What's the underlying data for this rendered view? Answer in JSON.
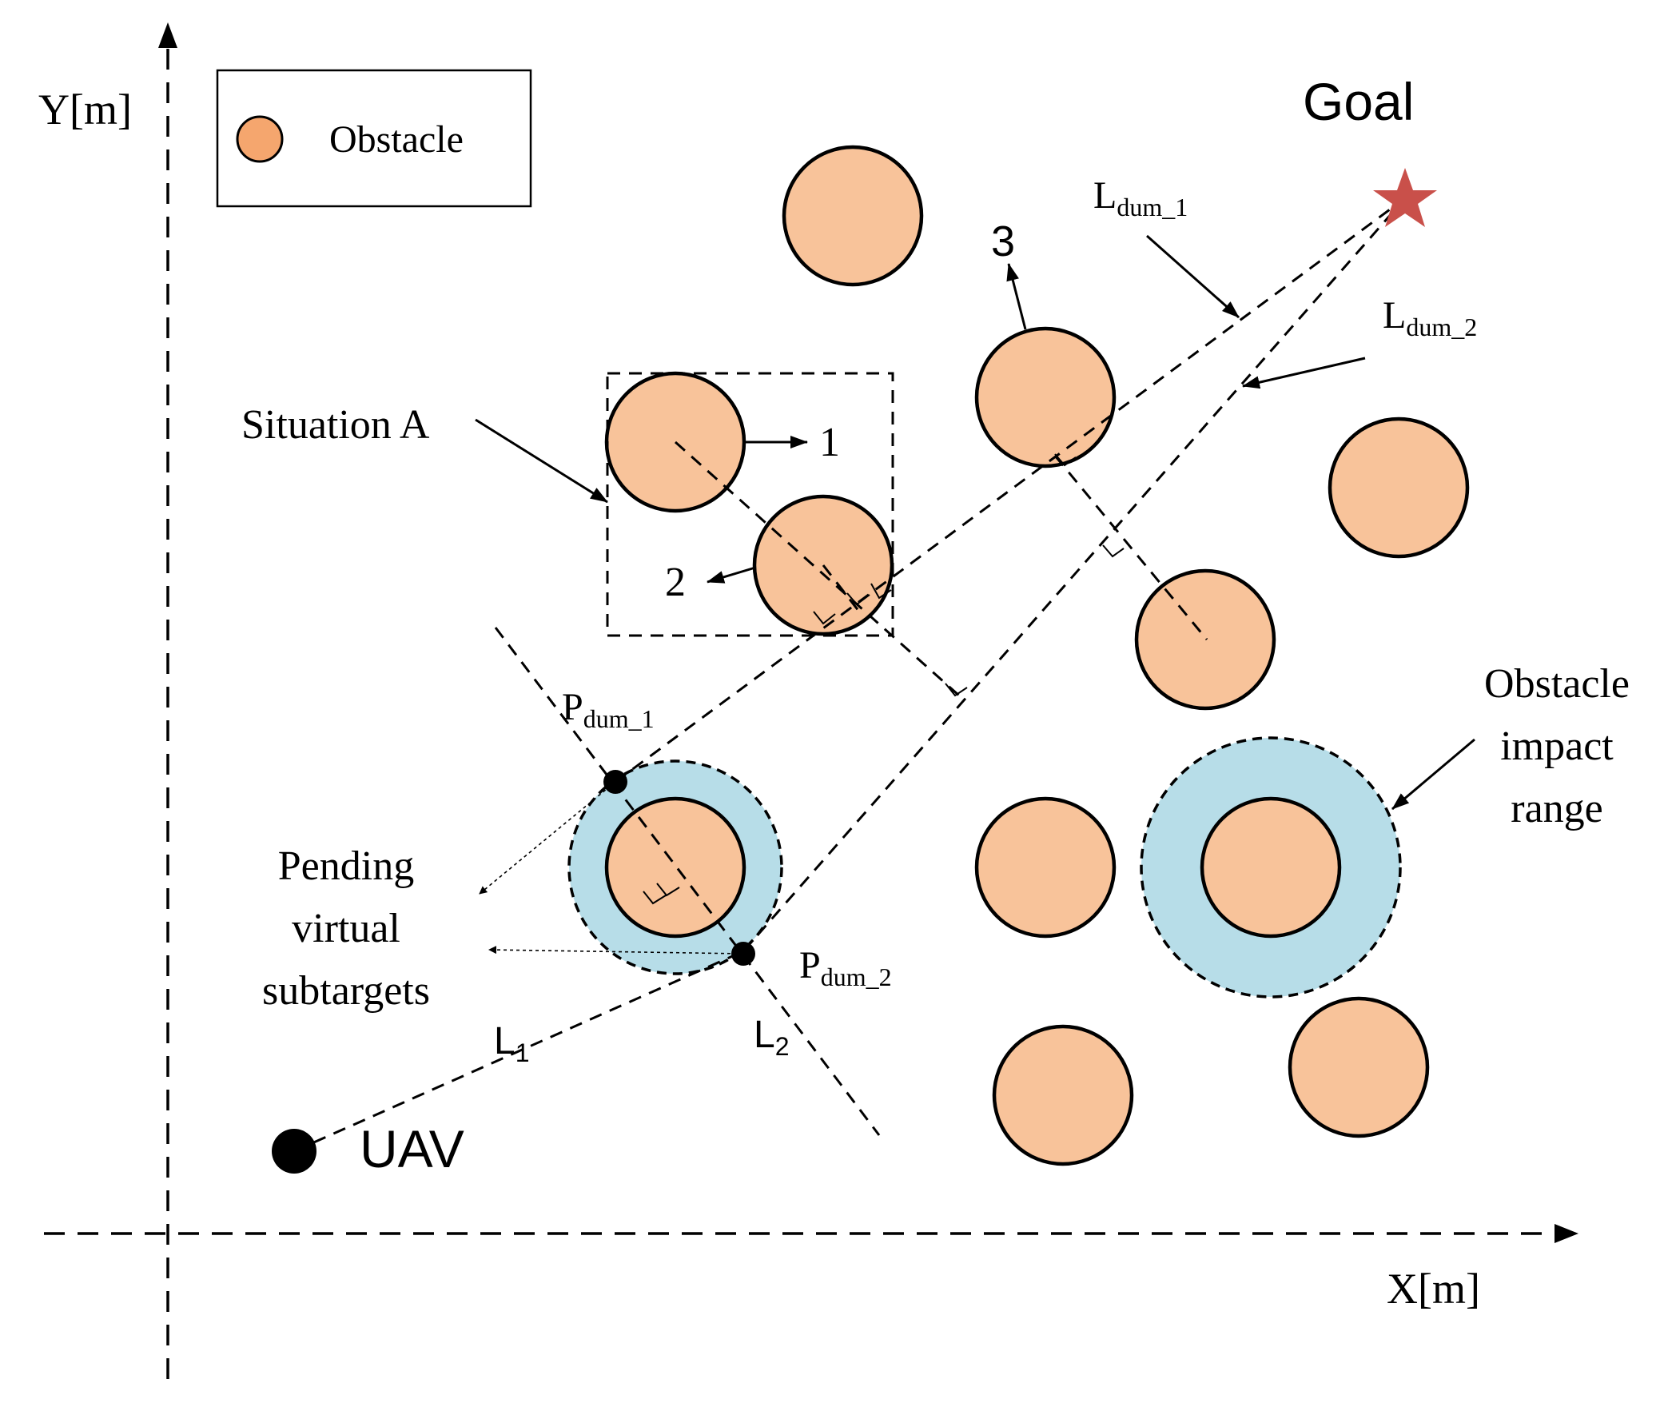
{
  "axes": {
    "y_label": "Y[m]",
    "x_label": "X[m]"
  },
  "legend": {
    "label": "Obstacle"
  },
  "goal": {
    "label": "Goal"
  },
  "uav": {
    "label": "UAV"
  },
  "labels": {
    "situation_a": "Situation A",
    "num_1": "1",
    "num_2": "2",
    "num_3": "3",
    "l_dum_1_main": "L",
    "l_dum_1_sub": "dum_1",
    "l_dum_2_main": "L",
    "l_dum_2_sub": "dum_2",
    "p_dum_1_main": "P",
    "p_dum_1_sub": "dum_1",
    "p_dum_2_main": "P",
    "p_dum_2_sub": "dum_2",
    "l1_main": "L",
    "l1_sub": "1",
    "l2_main": "L",
    "l2_sub": "2",
    "pending_line1": "Pending",
    "pending_line2": "virtual",
    "pending_line3": "subtargets",
    "impact_line1": "Obstacle",
    "impact_line2": "impact",
    "impact_line3": "range"
  },
  "colors": {
    "obstacle_fill": "#F8C39A",
    "legend_obstacle_fill": "#F5A66E",
    "impact_range_fill": "#B7DDE8",
    "goal_star": "#C9504A",
    "point": "#000000"
  }
}
